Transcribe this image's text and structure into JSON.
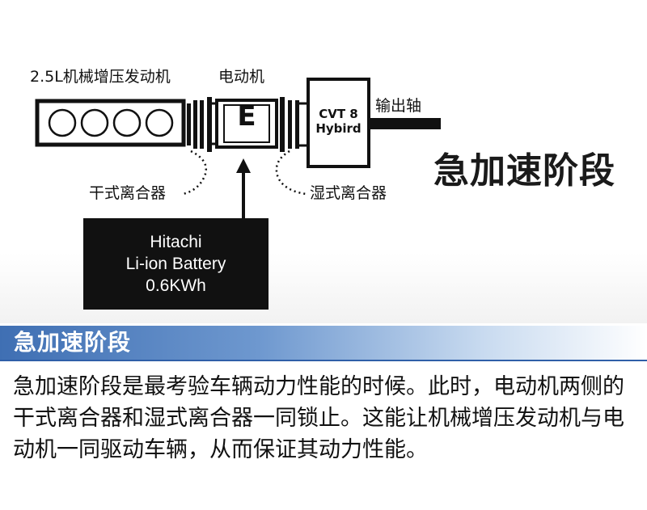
{
  "diagram": {
    "engine_label": "2.5L机械增压发动机",
    "motor_label": "电动机",
    "motor_letter": "E",
    "transmission_line1": "CVT 8",
    "transmission_line2": "Hybird",
    "output_label": "输出轴",
    "dry_clutch_label": "干式离合器",
    "wet_clutch_label": "湿式离合器",
    "stage_title": "急加速阶段",
    "battery_line1": "Hitachi",
    "battery_line2": "Li-ion Battery",
    "battery_line3": "0.6KWh"
  },
  "section": {
    "title": "急加速阶段"
  },
  "article": {
    "text": "急加速阶段是最考验车辆动力性能的时候。此时，电动机两侧的干式离合器和湿式离合器一同锁止。这能让机械增压发动机与电动机一同驱动车辆，从而保证其动力性能。"
  },
  "colors": {
    "banner_start": "#3f6fb3",
    "banner_line": "#2f5fa8"
  }
}
